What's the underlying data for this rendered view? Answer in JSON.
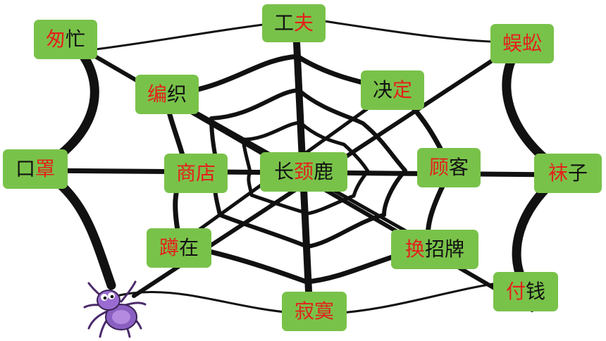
{
  "colors": {
    "card_bg": "#79c24a",
    "highlight": "#e3211c",
    "text": "#111111",
    "web": "#111111"
  },
  "words": {
    "gongfu": {
      "a": "工",
      "b": "夫"
    },
    "congmang": {
      "a": "匆",
      "b": "忙"
    },
    "wugong": {
      "a": "蜈",
      "b": "蚣"
    },
    "bianzhi": {
      "a": "编",
      "b": "织"
    },
    "jueding": {
      "a": "决",
      "b": "定"
    },
    "kouzhao": {
      "a": "口",
      "b": "罩"
    },
    "shangdian": {
      "a": "商",
      "b": "店"
    },
    "changjinglu": {
      "a": "长",
      "b": "颈",
      "c": "鹿"
    },
    "guke": {
      "a": "顾",
      "b": "客"
    },
    "wazi": {
      "a": "袜",
      "b": "子"
    },
    "dunzai": {
      "a": "蹲",
      "b": "在"
    },
    "huanzhaopai": {
      "a": "换",
      "b": "招",
      "c": "牌"
    },
    "fuqian": {
      "a": "付",
      "b": "钱"
    },
    "jimo": {
      "a": "寂",
      "b": "寞"
    }
  },
  "icons": {
    "spider": "spider-icon",
    "web": "spider-web"
  }
}
